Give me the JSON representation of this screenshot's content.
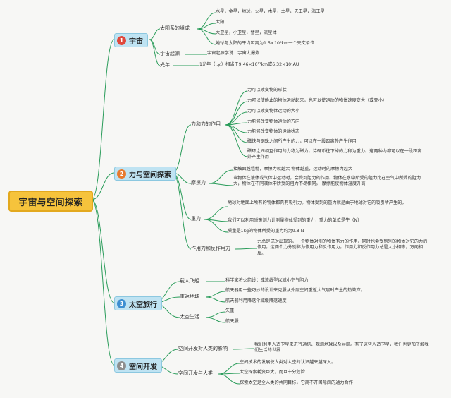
{
  "root": "宇宙与空间探索",
  "topics": [
    {
      "badge": "1",
      "badge_color": "#e0483c",
      "label": "宇宙",
      "subtopics": [
        {
          "label": "太阳系的组成",
          "items": [
            "水星，金星，地球，火星，木星，土星，天王星，海王星",
            "太阳",
            "大卫星，小卫星，彗星，流星体",
            "地球与太阳的平均距离为1.5×10⁸km一个天文单位"
          ]
        },
        {
          "label": "宇宙起源",
          "items": [
            "宇宙起源学说：宇宙大爆炸"
          ]
        },
        {
          "label": "光年",
          "items": [
            "1光年（l.y.）相当于9.46×10¹²km或6.32×10⁴AU"
          ]
        }
      ]
    },
    {
      "badge": "2",
      "badge_color": "#e8792d",
      "label": "力与空间探索",
      "subtopics": [
        {
          "label": "力和力的作用",
          "items": [
            "力可以改变物的形状",
            "力可以使静止的物体运动起来，也可以使运动的物体速度变大（或变小）",
            "力可以改变物体运动的大小",
            "力能够改变物体运动的方向",
            "力能够改变物体的运动状态",
            "磁铁与钢珠之间所产生的力，可以在一段距离外产生作用",
            "磁环之间相互作用的力称为磁力。诗硬币往下掉的力称为重力。这两种力都可以在一段距离外产生作用"
          ]
        },
        {
          "label": "摩擦力",
          "items": [
            "接触面越粗糙，摩擦力就越大 物体越重，运动时的摩擦力越大",
            "当物体在液体或气体中运动时，会受到阻力的作用。物体在水中所受的阻力比在空气中所受的阻力大，物体在不同液体中所受的阻力不尽相同。 摩擦能使物体温度升高"
          ]
        },
        {
          "label": "重力",
          "items": [
            "地球对地面上所有的物体都具有吸引力。物体受到的重力就是由于地球对它的吸引所产生的。",
            "我们可以利用弹簧测力计测量物体受到的重力，重力的单位是牛（N）",
            "质量是1kg的物体所受的重力约为9.8 N"
          ]
        },
        {
          "label": "作用力和反作用力",
          "items": [
            "力总是成对出现的。一个物体对别的物体有力的作用，同时也会受到别的物体对它的力的作用。这两个力分别称为作用力和反作用力。作用力和反作用力总是大小相等，方向相反。"
          ]
        }
      ]
    },
    {
      "badge": "3",
      "badge_color": "#3d8fd1",
      "label": "太空旅行",
      "subtopics": [
        {
          "label": "载人飞船",
          "items": [
            "科学家将火箭设计成流线型以减小空气阻力"
          ]
        },
        {
          "label": "重返地球",
          "items": [
            "航天器用一些巧妙的设计来克服从外层空间重返大气层时产生的热效应。",
            "航天器利用降落伞减缓降落速度"
          ]
        },
        {
          "label": "太空生活",
          "items": [
            "失重",
            "航天服"
          ]
        }
      ]
    },
    {
      "badge": "4",
      "badge_color": "#8e8e8e",
      "label": "空间开发",
      "subtopics": [
        {
          "label": "空间开发对人类的影响",
          "items": [
            "我们利用人造卫星来进行通信、观测地球以及导航。有了这些人造卫星，我们也更加了解我们生活的世界"
          ]
        },
        {
          "label": "空间开发与人类",
          "items": [
            "空间技术的发展使人类对太空的认识越来越深入。",
            "太空探索耗资巨大，而且十分危险",
            "探索太空是全人类的共同目标，它离不开国际间的通力合作"
          ]
        }
      ]
    }
  ]
}
